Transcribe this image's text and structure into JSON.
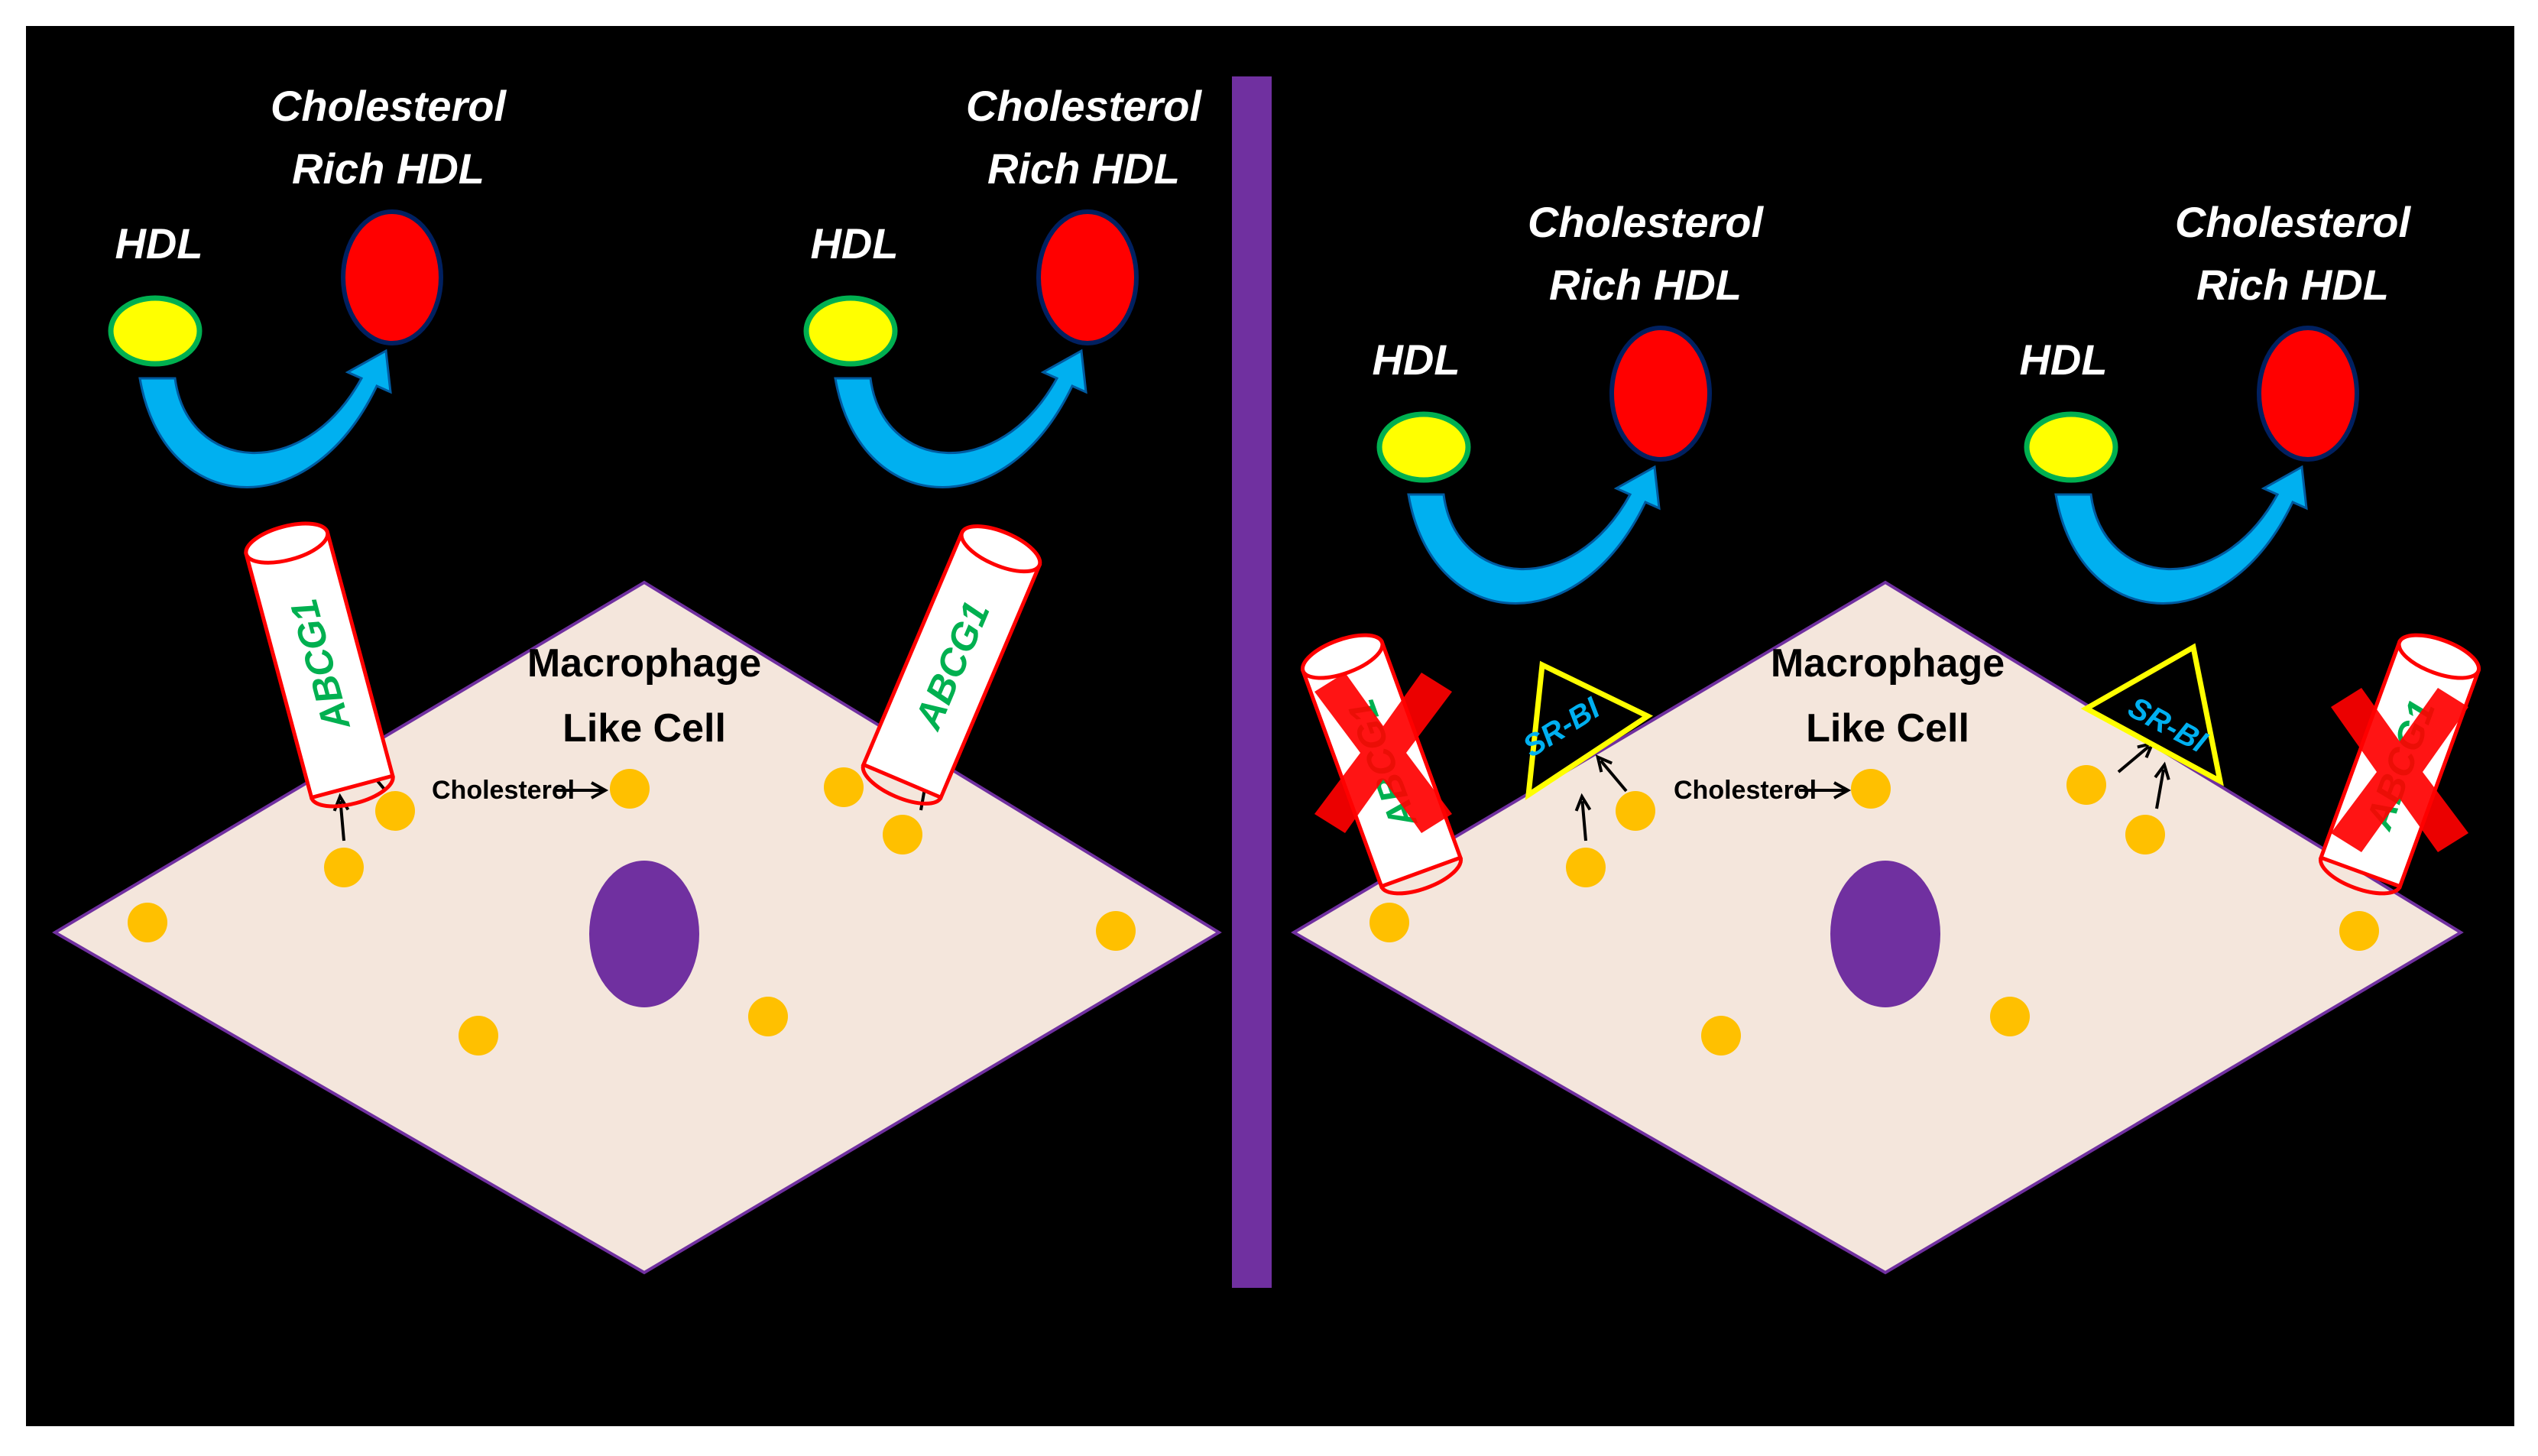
{
  "labels": {
    "hdl": "HDL",
    "cholesterol_rich_hdl_line1": "Cholesterol",
    "cholesterol_rich_hdl_line2": "Rich HDL",
    "cell_line1": "Macrophage",
    "cell_line2": "Like Cell",
    "cholesterol": "Cholesterol",
    "abcg1": "ABCG1",
    "srbi": "SR-BI"
  },
  "colors": {
    "background": "#000000",
    "cell_fill": "#f4e6dc",
    "cell_outline": "#7030a0",
    "nucleus": "#7030a0",
    "divider": "#7030a0",
    "cholesterol_dot": "#ffc000",
    "hdl_fill": "#ffff00",
    "hdl_outline": "#00b050",
    "rich_hdl_fill": "#ff0000",
    "rich_hdl_outline": "#002060",
    "flow_arrow": "#00b0f0",
    "abcg1_outline": "#ff0000",
    "srbi_outline": "#ffff00",
    "knockout_cross": "#ff0000"
  },
  "panels": [
    {
      "transporters": [
        "ABCG1",
        "ABCG1"
      ],
      "abcg1_knocked_out": false
    },
    {
      "transporters": [
        "ABCG1 (knocked out)",
        "SR-BI",
        "SR-BI",
        "ABCG1 (knocked out)"
      ],
      "abcg1_knocked_out": true
    }
  ]
}
